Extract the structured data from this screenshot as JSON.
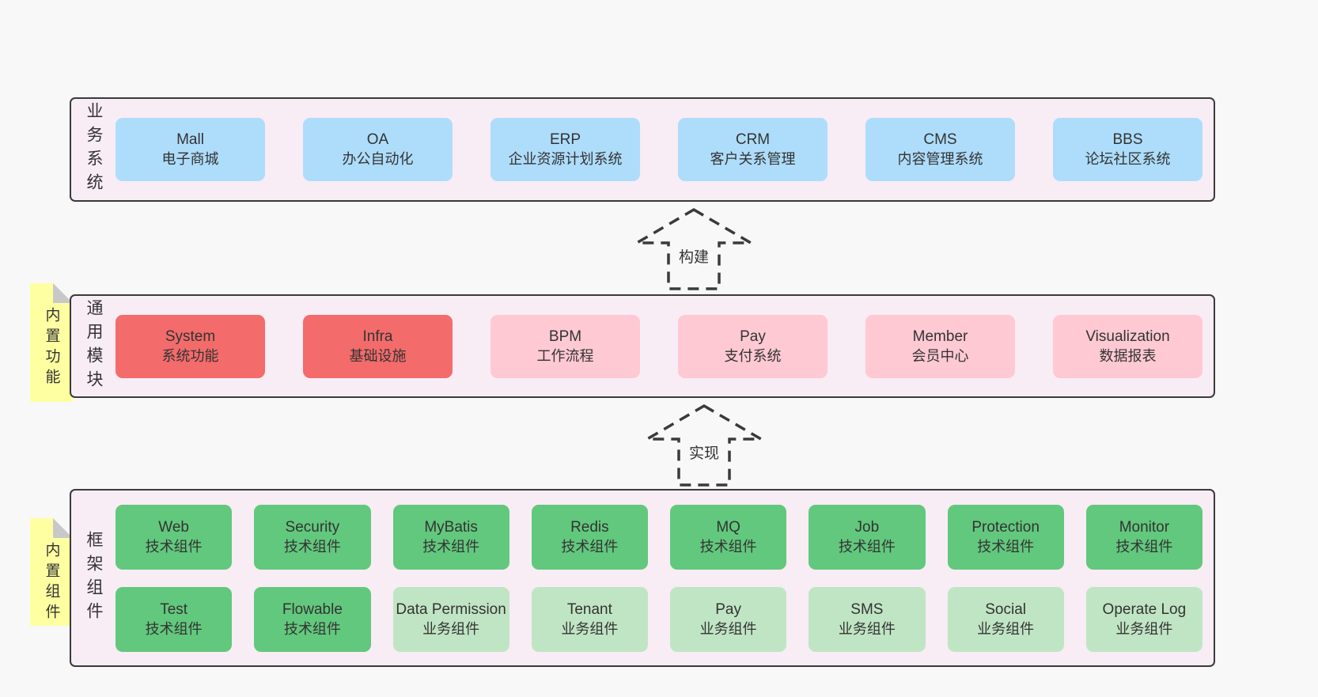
{
  "diagram": {
    "layers": [
      {
        "label": "业务系统",
        "boxes": [
          {
            "title": "Mall",
            "subtitle": "电子商城"
          },
          {
            "title": "OA",
            "subtitle": "办公自动化"
          },
          {
            "title": "ERP",
            "subtitle": "企业资源计划系统"
          },
          {
            "title": "CRM",
            "subtitle": "客户关系管理"
          },
          {
            "title": "CMS",
            "subtitle": "内容管理系统"
          },
          {
            "title": "BBS",
            "subtitle": "论坛社区系统"
          }
        ]
      },
      {
        "label": "通用模块",
        "note": "内置功能",
        "boxes": [
          {
            "title": "System",
            "subtitle": "系统功能"
          },
          {
            "title": "Infra",
            "subtitle": "基础设施"
          },
          {
            "title": "BPM",
            "subtitle": "工作流程"
          },
          {
            "title": "Pay",
            "subtitle": "支付系统"
          },
          {
            "title": "Member",
            "subtitle": "会员中心"
          },
          {
            "title": "Visualization",
            "subtitle": "数据报表"
          }
        ]
      },
      {
        "label": "框架组件",
        "note": "内置组件",
        "row1": [
          {
            "title": "Web",
            "subtitle": "技术组件"
          },
          {
            "title": "Security",
            "subtitle": "技术组件"
          },
          {
            "title": "MyBatis",
            "subtitle": "技术组件"
          },
          {
            "title": "Redis",
            "subtitle": "技术组件"
          },
          {
            "title": "MQ",
            "subtitle": "技术组件"
          },
          {
            "title": "Job",
            "subtitle": "技术组件"
          },
          {
            "title": "Protection",
            "subtitle": "技术组件"
          },
          {
            "title": "Monitor",
            "subtitle": "技术组件"
          }
        ],
        "row2": [
          {
            "title": "Test",
            "subtitle": "技术组件"
          },
          {
            "title": "Flowable",
            "subtitle": "技术组件"
          },
          {
            "title": "Data Permission",
            "subtitle": "业务组件"
          },
          {
            "title": "Tenant",
            "subtitle": "业务组件"
          },
          {
            "title": "Pay",
            "subtitle": "业务组件"
          },
          {
            "title": "SMS",
            "subtitle": "业务组件"
          },
          {
            "title": "Social",
            "subtitle": "业务组件"
          },
          {
            "title": "Operate Log",
            "subtitle": "业务组件"
          }
        ]
      }
    ],
    "arrows": [
      {
        "label": "构建"
      },
      {
        "label": "实现"
      }
    ],
    "colors": {
      "page_bg": "#f8f8f8",
      "band_bg": "#f8ecf5",
      "band_border": "#3a3a3a",
      "box_blue": "#aeddfb",
      "box_red": "#f36b6b",
      "box_pink": "#fec9d3",
      "box_green": "#62c87d",
      "box_light_green": "#c0e5c4",
      "note_yellow": "#feffa1",
      "note_fold": "#c8c8c8",
      "text": "#333333"
    }
  }
}
